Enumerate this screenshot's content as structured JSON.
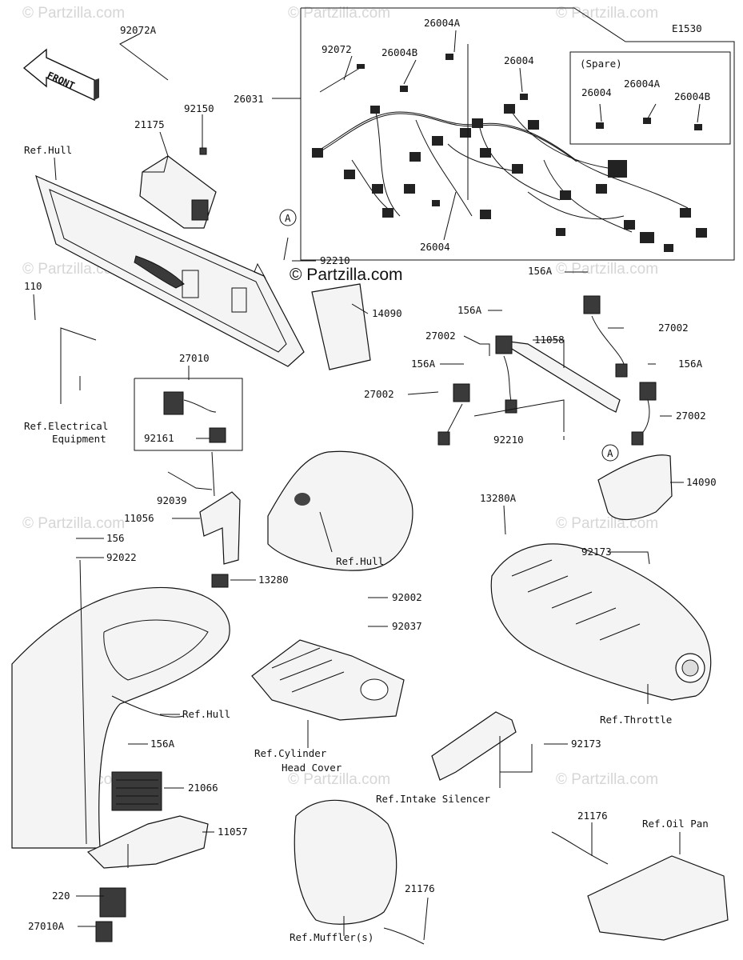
{
  "diagram_code": "E1530",
  "brand": "© Partzilla.com",
  "watermark": "© Partzilla.com",
  "front_arrow": "FRONT",
  "spare_title": "(Spare)",
  "callout_letter": "A",
  "labels": {
    "p92072A": "92072A",
    "p92072": "92072",
    "p26004A_top": "26004A",
    "p26004B_top": "26004B",
    "p26004_top": "26004",
    "p26031": "26031",
    "p26004_bot": "26004",
    "spare_26004": "26004",
    "spare_26004A": "26004A",
    "spare_26004B": "26004B",
    "p21175": "21175",
    "p92150": "92150",
    "ref_hull_1": "Ref.Hull",
    "p92210_top": "92210",
    "p110": "110",
    "p14090_top": "14090",
    "p156A_1": "156A",
    "p156A_2": "156A",
    "p156A_3": "156A",
    "p156A_4": "156A",
    "p27002_1": "27002",
    "p27002_2": "27002",
    "p27002_3": "27002",
    "p27002_4": "27002",
    "p11058": "11058",
    "p27010": "27010",
    "ref_elec_1": "Ref.Electrical",
    "ref_elec_2": "Equipment",
    "p92161": "92161",
    "p92210_mid": "92210",
    "p92039": "92039",
    "p11056": "11056",
    "p14090_mid": "14090",
    "p156": "156",
    "p92022": "92022",
    "p13280A": "13280A",
    "p92173_1": "92173",
    "ref_hull_2": "Ref.Hull",
    "p13280": "13280",
    "p92002": "92002",
    "p92037": "92037",
    "ref_hull_3": "Ref.Hull",
    "ref_throttle": "Ref.Throttle",
    "ref_cyl_1": "Ref.Cylinder",
    "ref_cyl_2": "Head Cover",
    "p156A_5": "156A",
    "p92173_2": "92173",
    "p21066": "21066",
    "ref_intake": "Ref.Intake Silencer",
    "p11057": "11057",
    "p21176_1": "21176",
    "ref_oilpan": "Ref.Oil Pan",
    "p21176_2": "21176",
    "p220": "220",
    "p27010A": "27010A",
    "ref_muffler": "Ref.Muffler(s)"
  }
}
